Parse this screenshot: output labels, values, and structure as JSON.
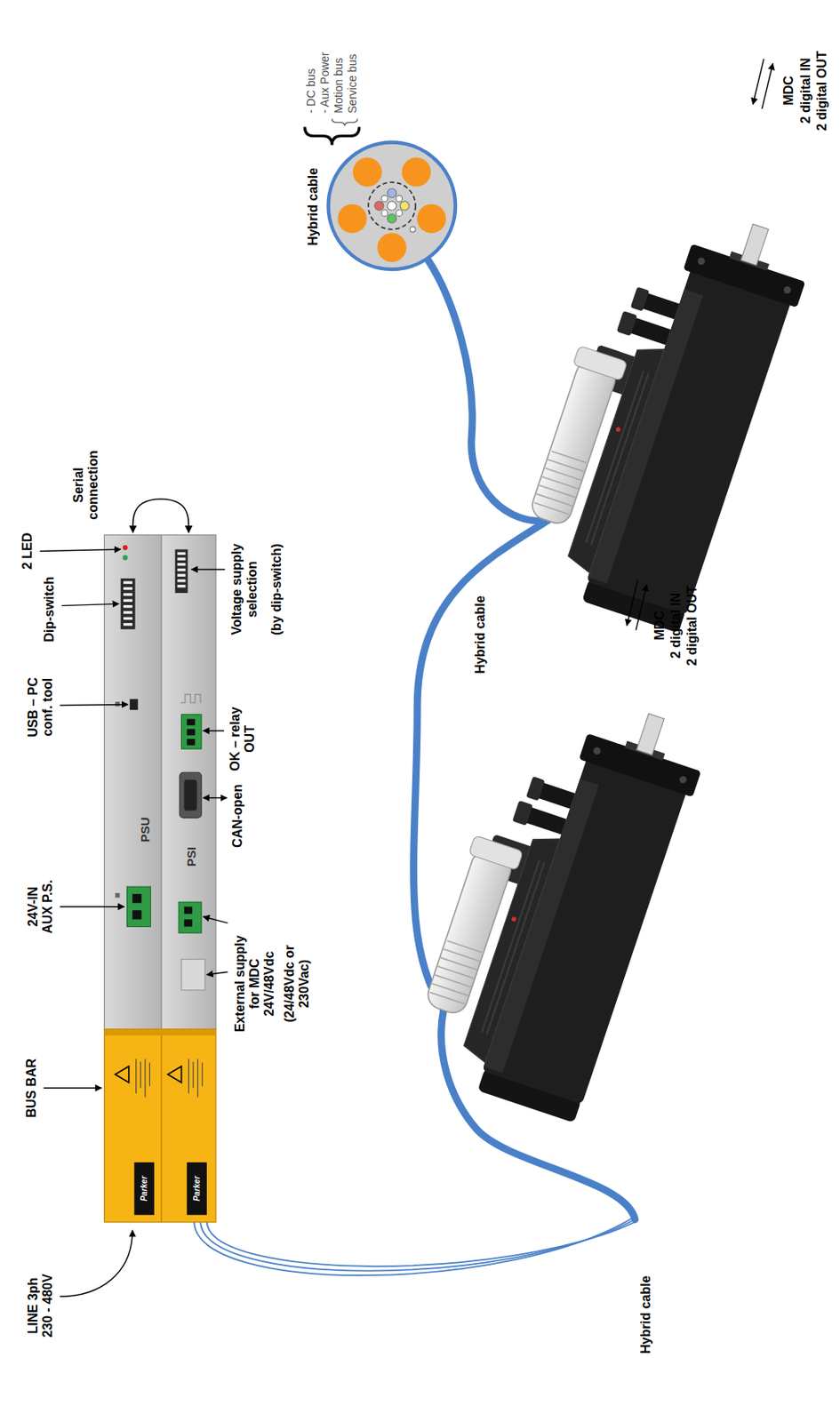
{
  "diagram": {
    "nodes": [
      {
        "text": [
          "PSU"
        ]
      },
      {
        "text": [
          "PSI"
        ]
      }
    ],
    "edges": [
      {
        "from": 0,
        "to": 1,
        "arrow": "both",
        "label": "Serial connection"
      }
    ],
    "labels": [
      "2 LED",
      "Dip-switch",
      "USB – PC conf. tool",
      "24V-IN AUX P.S.",
      "BUS BAR",
      "LINE 3ph 230 - 480V",
      "Voltage supply selection",
      "(by dip-switch)",
      "OK – relay OUT",
      "CAN-open",
      "External supply for MDC 24V/48Vdc",
      "(24/48Vdc or 230Vac)",
      "Parker",
      "Parker",
      "Hybrid cable",
      "Hybrid cable",
      "Hybrid cable",
      "- DC bus",
      "- Aux Power",
      "Motion bus",
      "Service bus",
      "MDC",
      "2 digital IN",
      "2 digital OUT",
      "MDC",
      "2 digital IN",
      "2 digital OUT"
    ]
  }
}
